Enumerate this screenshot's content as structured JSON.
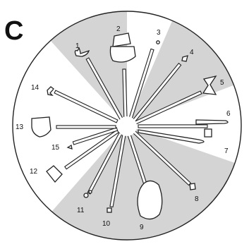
{
  "panel_label": "C",
  "items": [
    {
      "label": "1",
      "icon": "claw-icon"
    },
    {
      "label": "2",
      "icon": "helmet-icon"
    },
    {
      "label": "3",
      "icon": "small-dot-icon"
    },
    {
      "label": "4",
      "icon": "small-cup-icon"
    },
    {
      "label": "5",
      "icon": "hourglass-icon"
    },
    {
      "label": "6",
      "icon": "long-blade-icon"
    },
    {
      "label": "7",
      "icon": "long-blade-icon"
    },
    {
      "label": "8",
      "icon": "small-cup-icon"
    },
    {
      "label": "9",
      "icon": "pod-icon"
    },
    {
      "label": "10",
      "icon": "small-square-icon"
    },
    {
      "label": "11",
      "icon": "small-circle-icon"
    },
    {
      "label": "12",
      "icon": "diamond-icon"
    },
    {
      "label": "13",
      "icon": "shield-icon"
    },
    {
      "label": "14",
      "icon": "bird-icon"
    },
    {
      "label": "15",
      "icon": "small-arrow-icon"
    }
  ],
  "colors": {
    "shaded_sector": "#d4d4d4",
    "outline": "#222222",
    "background": "#ffffff"
  }
}
